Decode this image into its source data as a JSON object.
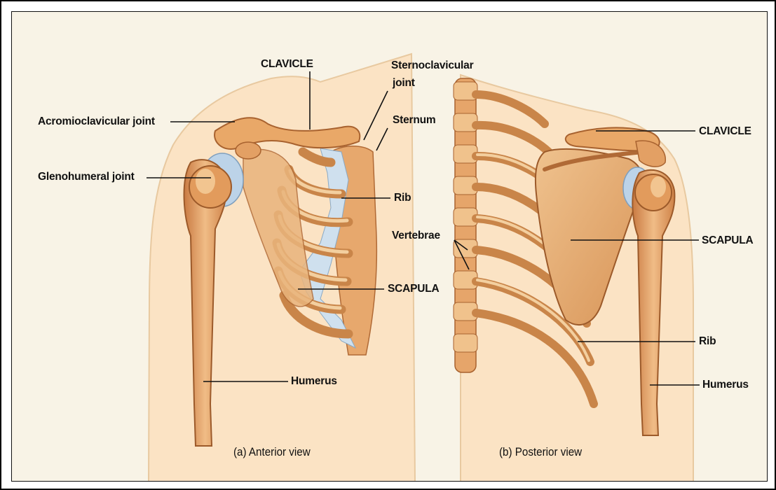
{
  "labels": {
    "anterior": {
      "clavicle": "CLAVICLE",
      "sternoclavicular_1": "Sternoclavicular",
      "sternoclavicular_2": "joint",
      "acromioclavicular": "Acromioclavicular joint",
      "sternum": "Sternum",
      "glenohumeral": "Glenohumeral joint",
      "rib": "Rib",
      "scapula": "SCAPULA",
      "humerus": "Humerus"
    },
    "posterior": {
      "clavicle": "CLAVICLE",
      "vertebrae": "Vertebrae",
      "scapula": "SCAPULA",
      "rib": "Rib",
      "humerus": "Humerus"
    }
  },
  "captions": {
    "anterior": "(a) Anterior view",
    "posterior": "(b) Posterior view"
  },
  "colors": {
    "background": "#f8f3e6",
    "skin": "#fbe3c4",
    "bone": "#e3a064",
    "bone_light": "#f1c291",
    "bone_dark": "#b06a36",
    "cartilage": "#bfd6ea"
  }
}
